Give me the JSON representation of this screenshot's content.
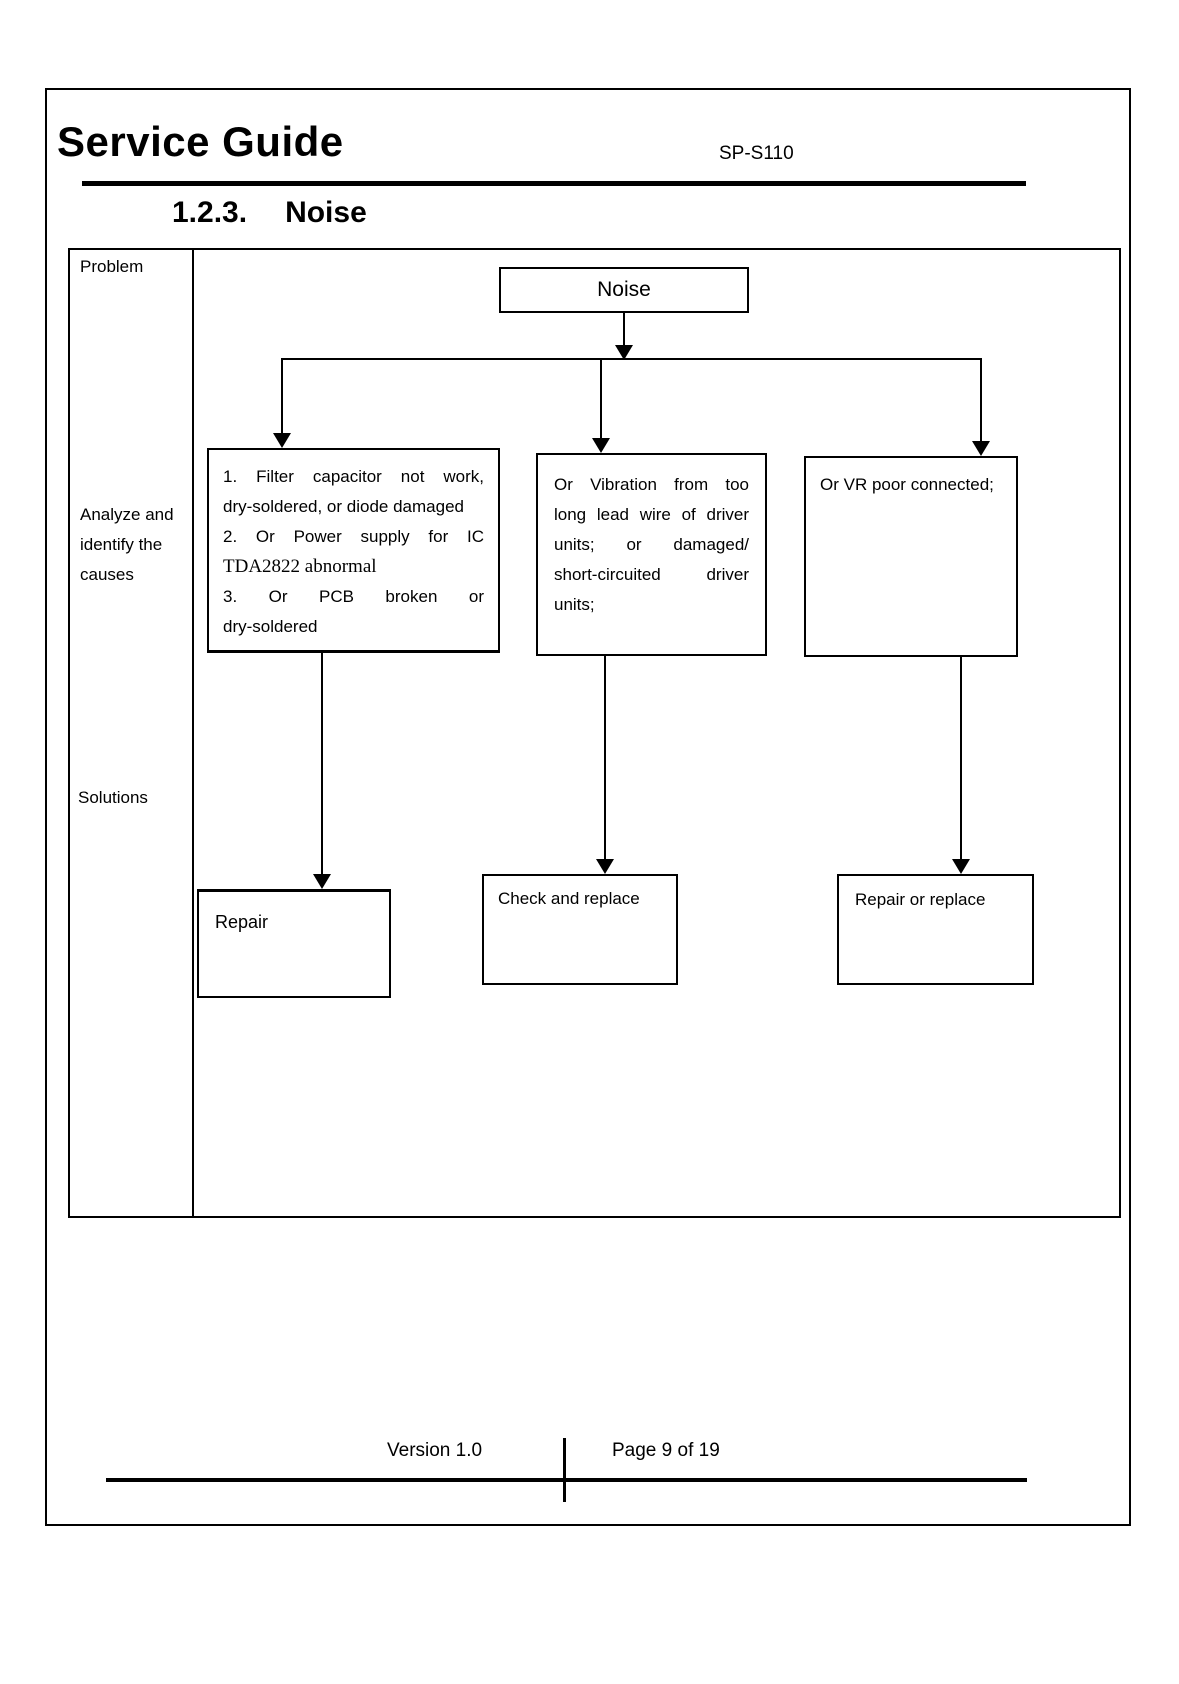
{
  "header": {
    "title": "Service Guide",
    "model": "SP-S110",
    "section_number": "1.2.3.",
    "section_title": "Noise"
  },
  "table": {
    "problem_label": "Problem",
    "analyze_label": "Analyze and identify the causes",
    "solutions_label": "Solutions"
  },
  "flowchart": {
    "root_label": "Noise",
    "cause1": {
      "line1": "1. Filter capacitor not work,",
      "line2": "dry-soldered, or diode damaged",
      "line3": "2. Or Power supply for IC",
      "line4": "TDA2822 abnormal",
      "line5": "3. Or PCB broken or",
      "line6": "dry-soldered"
    },
    "cause2": {
      "line1": "Or Vibration from too",
      "line2": "long lead wire of driver",
      "line3": "units; or damaged/",
      "line4": "short-circuited driver",
      "line5": "units;"
    },
    "cause3": "Or VR poor connected;",
    "solution1": "Repair",
    "solution2": "Check and replace",
    "solution3": "Repair or replace"
  },
  "footer": {
    "version": "Version 1.0",
    "page": "Page 9 of 19"
  }
}
